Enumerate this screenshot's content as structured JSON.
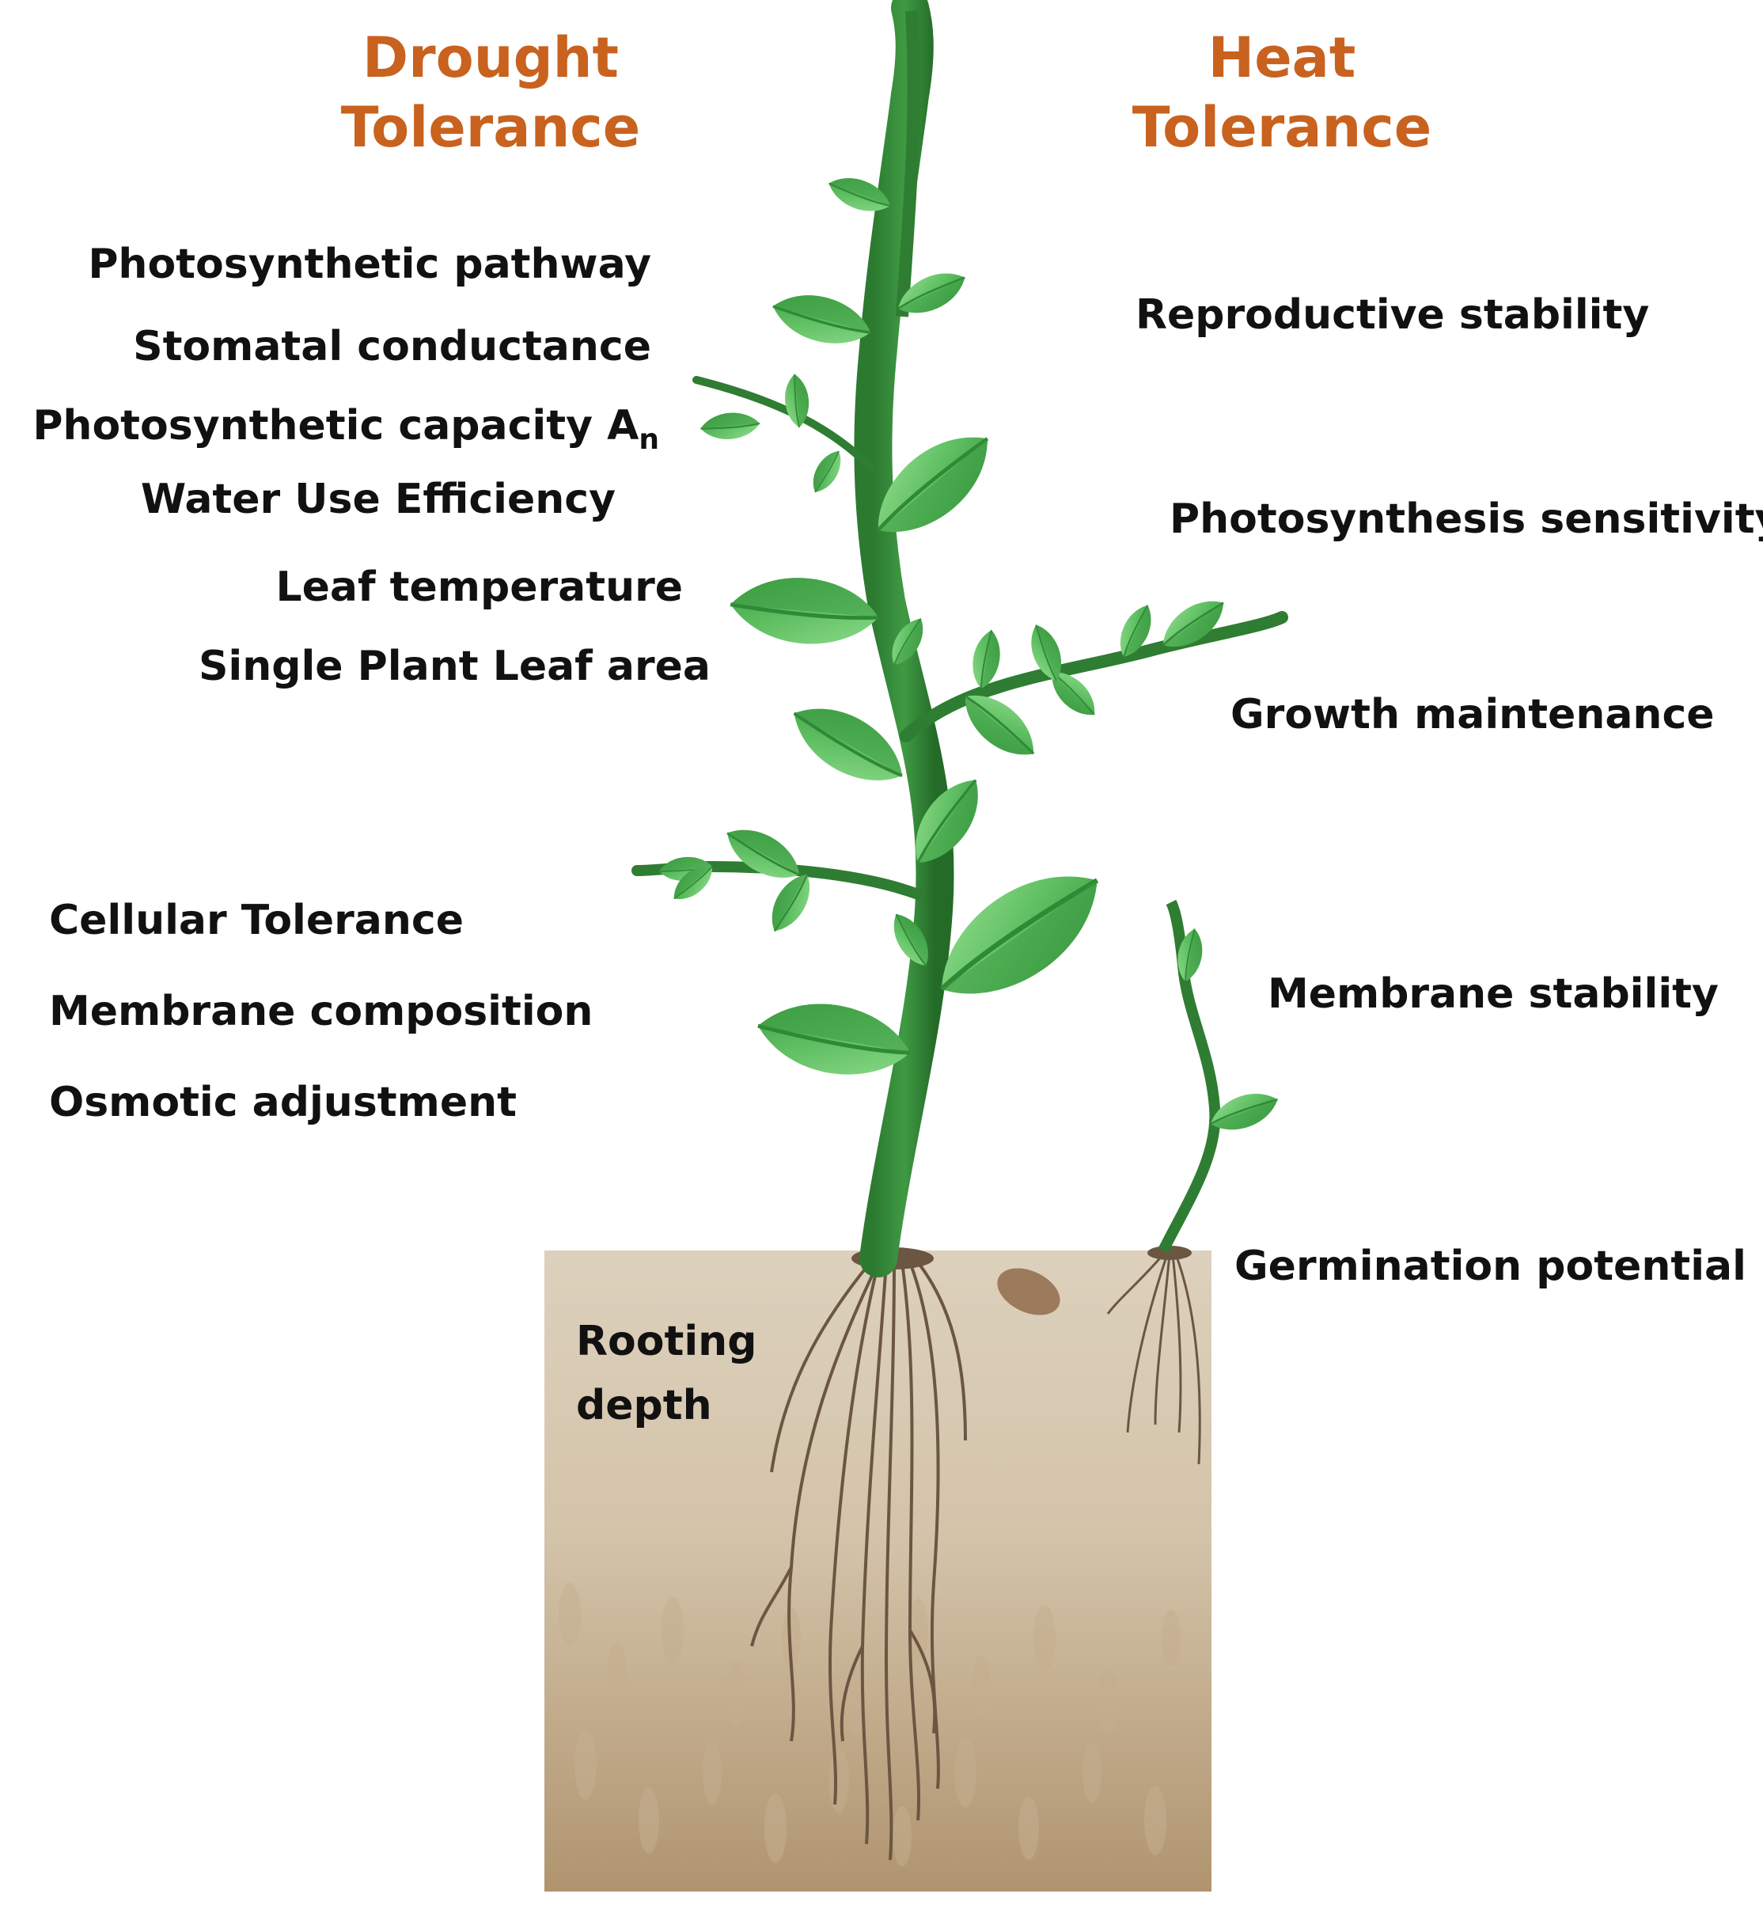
{
  "headings": {
    "drought": [
      "Drought",
      "Tolerance"
    ],
    "heat": [
      "Heat",
      "Tolerance"
    ]
  },
  "drought_traits": {
    "photosynthetic_pathway": "Photosynthetic pathway",
    "stomatal_conductance": "Stomatal conductance",
    "photosynthetic_capacity": "Photosynthetic capacity A",
    "photosynthetic_capacity_subscript": "n",
    "water_use_efficiency": "Water Use Efficiency",
    "leaf_temperature": "Leaf temperature",
    "single_plant_leaf_area": "Single Plant Leaf area",
    "cellular_tolerance": "Cellular Tolerance",
    "membrane_composition": "Membrane composition",
    "osmotic_adjustment": "Osmotic adjustment",
    "rooting_depth": [
      "Rooting",
      "depth"
    ]
  },
  "heat_traits": {
    "reproductive_stability": "Reproductive stability",
    "photosynthesis_sensitivity": "Photosynthesis sensitivity",
    "growth_maintenance": "Growth maintenance",
    "membrane_stability": "Membrane stability",
    "germination_potential": "Germination potential"
  },
  "colors": {
    "heading": "#c8621e",
    "text": "#111111",
    "stem": "#2e7d32",
    "leaf_light": "#7fd37f",
    "leaf_dark": "#3a9a3f",
    "soil_top": "#d8cbb6",
    "soil_bottom": "#b59a78",
    "root": "#6b5642"
  },
  "icons": [
    "plant-illustration",
    "seed-icon",
    "seedling-illustration",
    "soil-block"
  ]
}
